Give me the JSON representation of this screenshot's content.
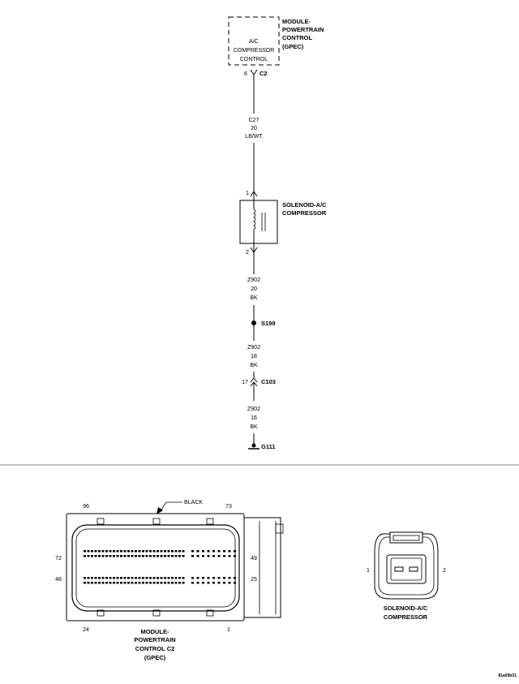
{
  "module": {
    "title_lines": [
      "MODULE-",
      "POWERTRAIN",
      "CONTROL",
      "(GPEC)"
    ],
    "box_lines": [
      "A/C",
      "COMPRESSOR",
      "CONTROL"
    ],
    "pin": "6",
    "connector": "C2"
  },
  "wire1": {
    "lines": [
      "C27",
      "20",
      "LB/WT"
    ]
  },
  "solenoid": {
    "title_lines": [
      "SOLENOID-A/C",
      "COMPRESSOR"
    ],
    "pin_top": "1",
    "pin_bottom": "2"
  },
  "wire2": {
    "lines": [
      "Z902",
      "20",
      "BK"
    ]
  },
  "splice": {
    "label": "S199"
  },
  "wire3": {
    "lines": [
      "Z902",
      "18",
      "BK"
    ]
  },
  "connector_c103": {
    "pin": "17",
    "label": "C103"
  },
  "wire4": {
    "lines": [
      "Z902",
      "16",
      "BK"
    ]
  },
  "ground": {
    "label": "G111"
  },
  "pcm_connector": {
    "color_label": "BLACK",
    "pins": {
      "top_left": "96",
      "top_right": "73",
      "left_upper": "72",
      "left_lower": "48",
      "right_upper": "49",
      "right_lower": "25",
      "bottom_left": "24",
      "bottom_right": "1"
    },
    "caption_lines": [
      "MODULE-",
      "POWERTRAIN",
      "CONTROL C2",
      "(GPEC)"
    ]
  },
  "solenoid_connector": {
    "pin_left": "1",
    "pin_right": "2",
    "caption_lines": [
      "SOLENOID-A/C",
      "COMPRESSOR"
    ]
  },
  "figure_id": "81a09b31"
}
